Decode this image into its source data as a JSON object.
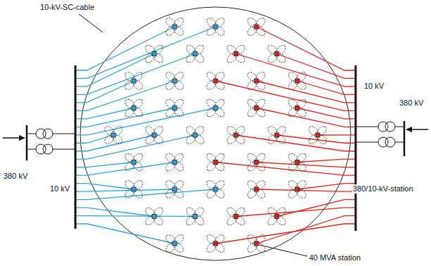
{
  "diagram": {
    "labels": [
      "10-kV-SC-cable",
      "380 kV",
      "10 kV",
      "10 kV",
      "380 kV",
      "380/10-kV-station",
      "40 MVA station"
    ]
  }
}
